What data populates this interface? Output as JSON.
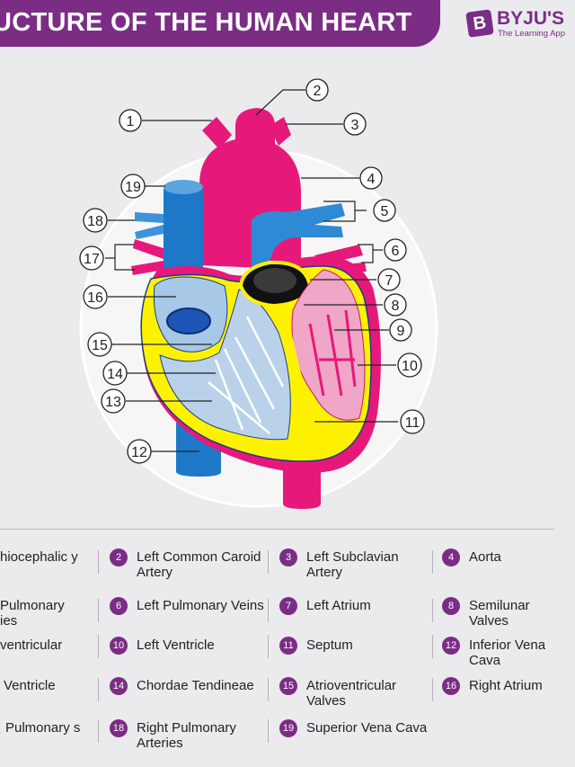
{
  "header": {
    "title": "UCTURE OF THE HUMAN HEART",
    "brand_mark": "B",
    "brand_name": "BYJU'S",
    "brand_tagline": "The Learning App"
  },
  "colors": {
    "brand": "#7b2d86",
    "aorta": "#e6197a",
    "vein_blue": "#1e78c8",
    "muscle_yellow": "#fff200",
    "chamber_blue": "#a7c8e6",
    "chamber_pink": "#f0a6c6"
  },
  "callouts": [
    "1",
    "2",
    "3",
    "4",
    "5",
    "6",
    "7",
    "8",
    "9",
    "10",
    "11",
    "12",
    "13",
    "14",
    "15",
    "16",
    "17",
    "18",
    "19"
  ],
  "legend": [
    {
      "num": "",
      "label": "hiocephalic y",
      "cut": true
    },
    {
      "num": "2",
      "label": "Left Common Caroid Artery"
    },
    {
      "num": "3",
      "label": "Left Subclavian Artery"
    },
    {
      "num": "4",
      "label": "Aorta"
    },
    {
      "num": "",
      "label": "Pulmonary ies",
      "cut": true
    },
    {
      "num": "6",
      "label": "Left Pulmonary Veins"
    },
    {
      "num": "7",
      "label": "Left Atrium"
    },
    {
      "num": "8",
      "label": "Semilunar Valves"
    },
    {
      "num": "",
      "label": "ventricular",
      "cut": true
    },
    {
      "num": "10",
      "label": "Left Ventricle"
    },
    {
      "num": "11",
      "label": "Septum"
    },
    {
      "num": "12",
      "label": "Inferior Vena Cava"
    },
    {
      "num": "",
      "label": "Ventricle",
      "cut": true
    },
    {
      "num": "14",
      "label": "Chordae Tendineae"
    },
    {
      "num": "15",
      "label": "Atrioventricular Valves"
    },
    {
      "num": "16",
      "label": "Right Atrium"
    },
    {
      "num": "",
      "label": "Pulmonary s",
      "cut": true
    },
    {
      "num": "18",
      "label": "Right Pulmonary Arteries"
    },
    {
      "num": "19",
      "label": "Superior Vena Cava"
    }
  ]
}
